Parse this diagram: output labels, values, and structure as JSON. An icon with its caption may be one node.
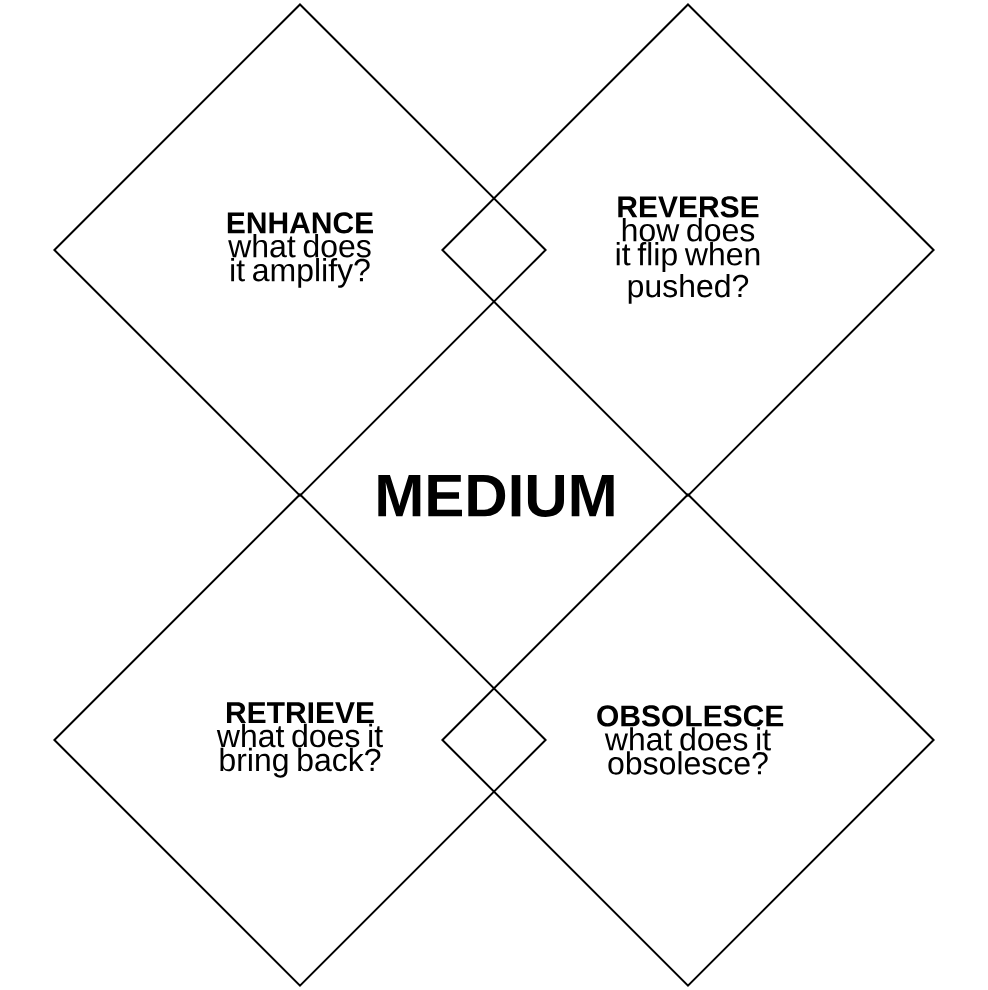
{
  "diagram": {
    "nodes": [
      {
        "text": [
          "ENHANCE",
          "what does it amplify?"
        ]
      },
      {
        "text": [
          "REVERSE",
          "how does it flip when pushed?"
        ]
      },
      {
        "text": [
          "RETRIEVE",
          "what does it bring back?"
        ]
      },
      {
        "text": [
          "OBSOLESCE",
          "what does it obsolesce?"
        ]
      }
    ],
    "labels": [
      "MEDIUM"
    ]
  }
}
